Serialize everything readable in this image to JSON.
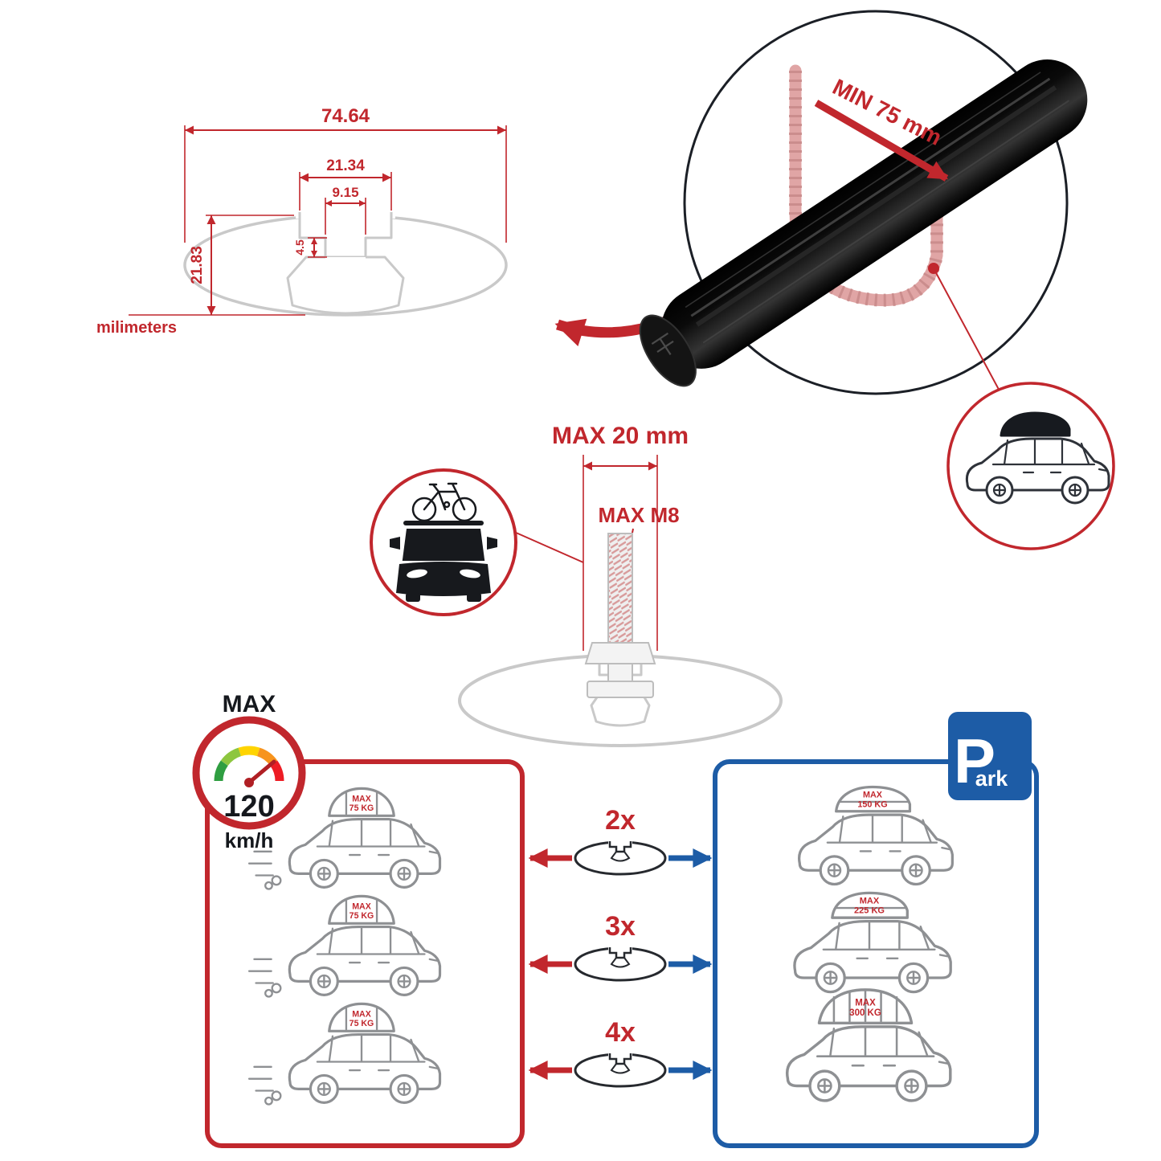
{
  "colors": {
    "accent_red": "#c1272d",
    "accent_blue": "#1d5ca6",
    "bar_black": "#111111",
    "line_gray": "#c9c9c9",
    "car_gray": "#8e9093",
    "gauge_green": "#2f9e41",
    "gauge_yellow": "#ffd400",
    "gauge_orange": "#f7941d",
    "gauge_red": "#ed1c24"
  },
  "dimension_diagram": {
    "total_width": "74.64",
    "slot_outer_width": "21.34",
    "slot_inner_width": "9.15",
    "slot_depth": "4.5",
    "total_height": "21.83",
    "units": "milimeters"
  },
  "crossbar_detail": {
    "min_label": "MIN 75 mm"
  },
  "bolt_detail": {
    "max_width": "MAX 20 mm",
    "max_thread": "MAX M8"
  },
  "speed_limit": {
    "title": "MAX",
    "value": "120",
    "units": "km/h"
  },
  "parking": {
    "letter": "P",
    "suffix": "ark"
  },
  "load_table": {
    "rows": [
      {
        "count": "2x",
        "moving": {
          "l1": "MAX",
          "l2": "75 KG"
        },
        "parked": {
          "l1": "MAX",
          "l2": "150 KG"
        }
      },
      {
        "count": "3x",
        "moving": {
          "l1": "MAX",
          "l2": "75 KG"
        },
        "parked": {
          "l1": "MAX",
          "l2": "225 KG"
        }
      },
      {
        "count": "4x",
        "moving": {
          "l1": "MAX",
          "l2": "75 KG"
        },
        "parked": {
          "l1": "MAX",
          "l2": "300 KG"
        }
      }
    ]
  }
}
